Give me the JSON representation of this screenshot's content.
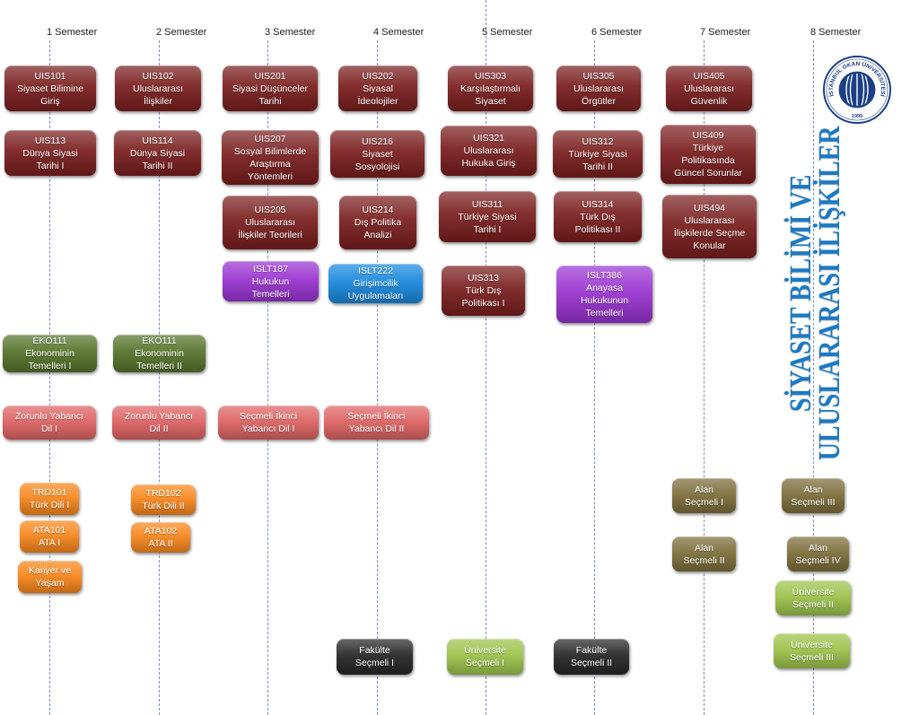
{
  "title": {
    "line1": "SİYASET BİLİMİ VE",
    "line2": "ULUSLARARASI İLİŞKİLER",
    "color": "#1d79c2"
  },
  "logo": {
    "text": "İSTANBUL OKAN ÜNİVERSİTESİ",
    "year": "1999",
    "color": "#1c3f86"
  },
  "semesters": [
    {
      "label": "1 Semester",
      "courses": [
        {
          "lines": [
            "UIS101",
            "Siyaset Bilimine",
            "Giriş"
          ],
          "color": "#7a1e1e"
        },
        {
          "lines": [
            "UIS113",
            "Dünya Siyasi",
            "Tarihi I"
          ],
          "color": "#7a1e1e"
        },
        {
          "lines": [
            "EKO111",
            "Ekonominin",
            "Temelleri I"
          ],
          "color": "#55732a"
        },
        {
          "lines": [
            "Zorunlu Yabancı",
            "Dil I"
          ],
          "color": "#dd6262"
        },
        {
          "lines": [
            "TRD101",
            "Türk Dili I"
          ],
          "color": "#f7861c"
        },
        {
          "lines": [
            "ATA101",
            "ATA I"
          ],
          "color": "#f7861c"
        },
        {
          "lines": [
            "Kariyer ve",
            "Yaşam"
          ],
          "color": "#f7861c"
        }
      ]
    },
    {
      "label": "2 Semester",
      "courses": [
        {
          "lines": [
            "UIS102",
            "Uluslararası",
            "İlişkiler"
          ],
          "color": "#7a1e1e"
        },
        {
          "lines": [
            "UIS114",
            "Dünya Siyasi",
            "Tarihi II"
          ],
          "color": "#7a1e1e"
        },
        {
          "lines": [
            "EKO111",
            "Ekonominin",
            "Temelleri II"
          ],
          "color": "#55732a"
        },
        {
          "lines": [
            "Zorunlu Yabancı",
            "Dil II"
          ],
          "color": "#dd6262"
        },
        {
          "lines": [
            "TRD102",
            "Türk Dili II"
          ],
          "color": "#f7861c"
        },
        {
          "lines": [
            "ATA102",
            "ATA II"
          ],
          "color": "#f7861c"
        }
      ]
    },
    {
      "label": "3 Semester",
      "courses": [
        {
          "lines": [
            "UIS201",
            "Siyasi Düşünceler",
            "Tarihi"
          ],
          "color": "#7a1e1e"
        },
        {
          "lines": [
            "UIS207",
            "Sosyal Bilimlerde",
            "Araştırma",
            "Yöntemleri"
          ],
          "color": "#7a1e1e"
        },
        {
          "lines": [
            "UIS205",
            "Uluslararası",
            "İlişkiler Teorileri"
          ],
          "color": "#7a1e1e"
        },
        {
          "lines": [
            "ISLT187",
            "Hukukun",
            "Temelleri"
          ],
          "color": "#9933d1"
        },
        {
          "lines": [
            "Seçmeli İkinci",
            "Yabancı Dil I"
          ],
          "color": "#dd6262"
        }
      ]
    },
    {
      "label": "4 Semester",
      "courses": [
        {
          "lines": [
            "UIS202",
            "Siyasal",
            "İdeolojiler"
          ],
          "color": "#7a1e1e"
        },
        {
          "lines": [
            "UIS216",
            "Siyaset",
            "Sosyolojisi"
          ],
          "color": "#7a1e1e"
        },
        {
          "lines": [
            "UIS214",
            "Dış Politika",
            "Analizi"
          ],
          "color": "#7a1e1e"
        },
        {
          "lines": [
            "ISLT222",
            "Girişimcilik",
            "Uygulamaları"
          ],
          "color": "#1888dd"
        },
        {
          "lines": [
            "Seçmeli İkinci",
            "Yabancı Dil II"
          ],
          "color": "#dd6262"
        },
        {
          "lines": [
            "Fakülte",
            "Seçmeli I"
          ],
          "color": "#262626"
        }
      ]
    },
    {
      "label": "5 Semester",
      "courses": [
        {
          "lines": [
            "UIS303",
            "Karşılaştırmalı",
            "Siyaset"
          ],
          "color": "#7a1e1e"
        },
        {
          "lines": [
            "UIS321",
            "Uluslararası",
            "Hukuka Giriş"
          ],
          "color": "#7a1e1e"
        },
        {
          "lines": [
            "UIS311",
            "Türkiye Siyasi",
            "Tarihi I"
          ],
          "color": "#7a1e1e"
        },
        {
          "lines": [
            "UIS313",
            "Türk Dış",
            "Politikası I"
          ],
          "color": "#7a1e1e"
        },
        {
          "lines": [
            "Üniversite",
            "Seçmeli I"
          ],
          "color": "#9cc24a"
        }
      ]
    },
    {
      "label": "6 Semester",
      "courses": [
        {
          "lines": [
            "UIS305",
            "Uluslararası",
            "Örgütler"
          ],
          "color": "#7a1e1e"
        },
        {
          "lines": [
            "UIS312",
            "Türkiye Siyasi",
            "Tarihi II"
          ],
          "color": "#7a1e1e"
        },
        {
          "lines": [
            "UIS314",
            "Türk Dış",
            "Politikası II"
          ],
          "color": "#7a1e1e"
        },
        {
          "lines": [
            "ISLT386",
            "Anayasa",
            "Hukukunun",
            "Temelleri"
          ],
          "color": "#9933d1"
        },
        {
          "lines": [
            "Fakülte",
            "Seçmeli II"
          ],
          "color": "#262626"
        }
      ]
    },
    {
      "label": "7 Semester",
      "courses": [
        {
          "lines": [
            "UIS405",
            "Uluslararası",
            "Güvenlik"
          ],
          "color": "#7a1e1e"
        },
        {
          "lines": [
            "UIS409",
            "Türkiye",
            "Politikasında",
            "Güncel Sorunlar"
          ],
          "color": "#7a1e1e"
        },
        {
          "lines": [
            "UIS494",
            "Uluslararası",
            "İlişkilerde Seçme",
            "Konular"
          ],
          "color": "#7a1e1e"
        },
        {
          "lines": [
            "Alan",
            "Seçmeli I"
          ],
          "color": "#7d6d3a"
        },
        {
          "lines": [
            "Alan",
            "Seçmeli II"
          ],
          "color": "#7d6d3a"
        }
      ]
    },
    {
      "label": "8 Semester",
      "courses": [
        {
          "lines": [
            "Alan",
            "Seçmeli III"
          ],
          "color": "#7d6d3a"
        },
        {
          "lines": [
            "Alan",
            "Seçmeli IV"
          ],
          "color": "#7d6d3a"
        },
        {
          "lines": [
            "Üniversite",
            "Seçmeli II"
          ],
          "color": "#9cc24a"
        },
        {
          "lines": [
            "Üniversite",
            "Seçmeli III"
          ],
          "color": "#9cc24a"
        }
      ]
    }
  ]
}
